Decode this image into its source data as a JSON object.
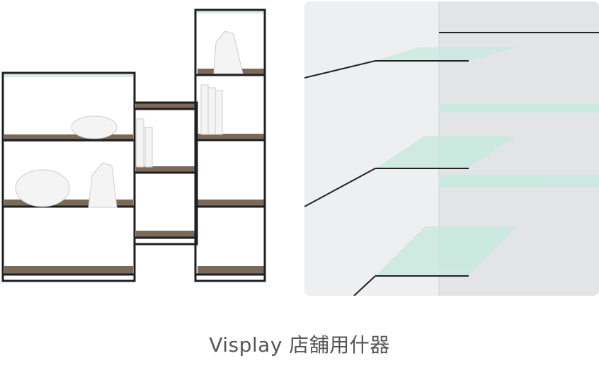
{
  "images": {
    "left": {
      "subject": "shelving-unit"
    },
    "right": {
      "subject": "glass-wall-shelves"
    }
  },
  "caption": "Visplay 店舖用什器",
  "colors": {
    "caption": "#555555",
    "frame": "#1e1f22",
    "wood": "#7b6a58",
    "glass": "#bfe3d6"
  }
}
